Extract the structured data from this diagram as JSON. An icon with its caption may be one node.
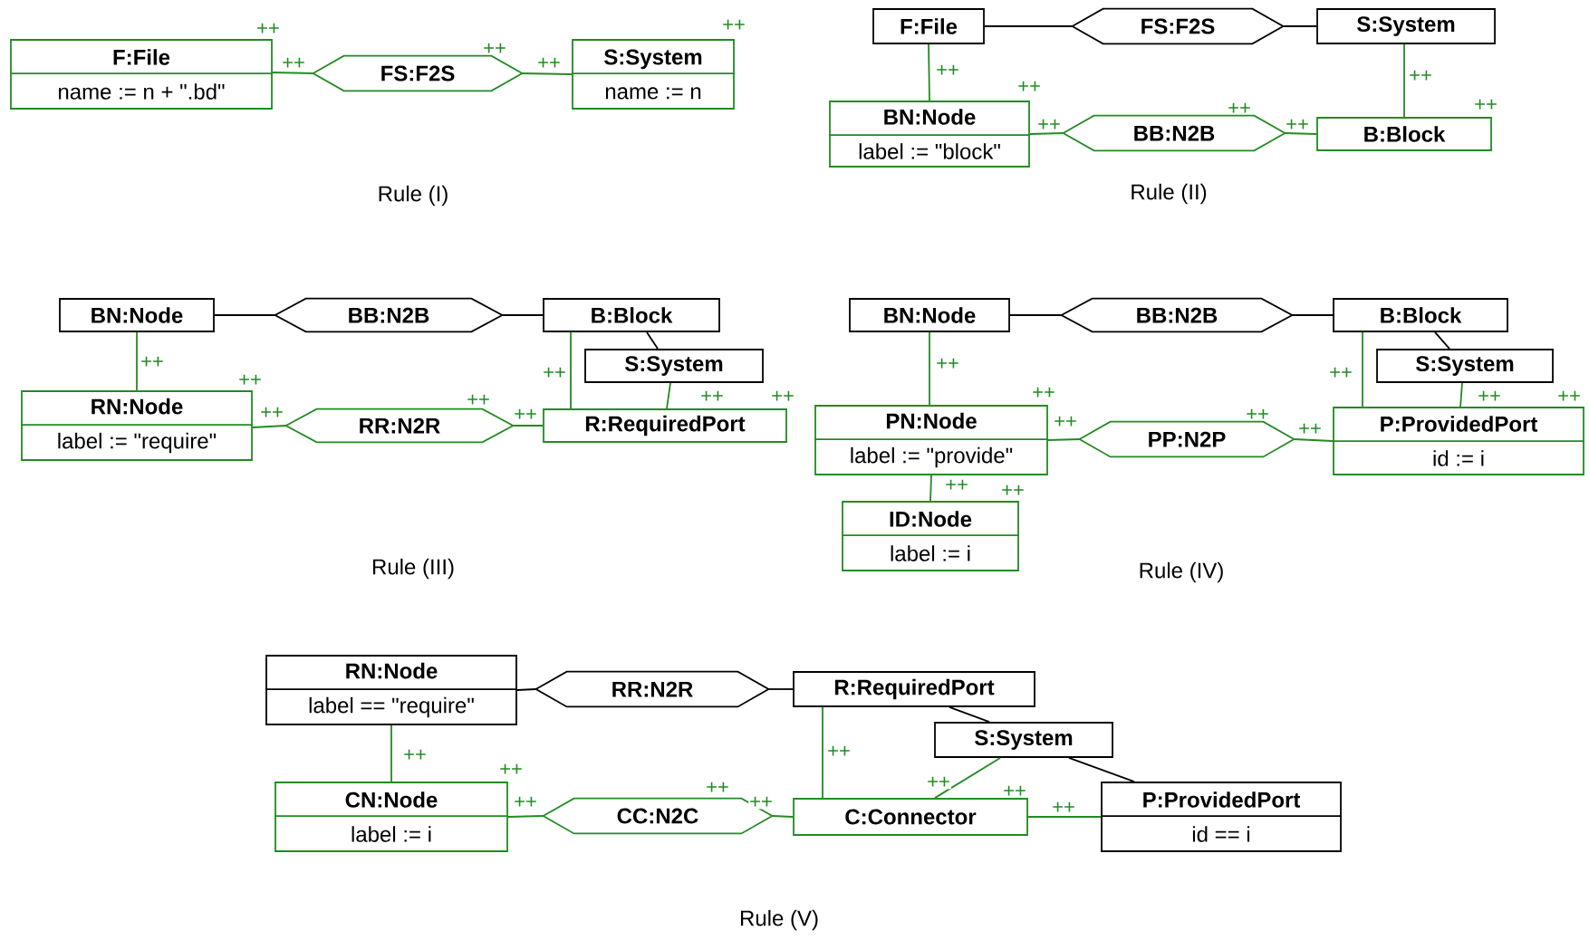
{
  "diagram": {
    "nodes": [
      {
        "text": [
          "F:File",
          "name := n + \".bd\""
        ],
        "beside": [
          "++"
        ]
      },
      {
        "text": [
          "FS:F2S"
        ],
        "beside": [
          "++"
        ]
      },
      {
        "text": [
          "S:System",
          "name := n"
        ],
        "beside": [
          "++"
        ]
      },
      {
        "text": [
          "F:File"
        ]
      },
      {
        "text": [
          "FS:F2S"
        ]
      },
      {
        "text": [
          "S:System"
        ]
      },
      {
        "text": [
          "BN:Node",
          "label := \"block\""
        ],
        "beside": [
          "++"
        ]
      },
      {
        "text": [
          "BB:N2B"
        ],
        "beside": [
          "++"
        ]
      },
      {
        "text": [
          "B:Block"
        ],
        "beside": [
          "++"
        ]
      },
      {
        "text": [
          "BN:Node"
        ]
      },
      {
        "text": [
          "BB:N2B"
        ]
      },
      {
        "text": [
          "B:Block"
        ]
      },
      {
        "text": [
          "S:System"
        ]
      },
      {
        "text": [
          "RN:Node",
          "label := \"require\""
        ],
        "beside": [
          "++"
        ]
      },
      {
        "text": [
          "RR:N2R"
        ],
        "beside": [
          "++"
        ]
      },
      {
        "text": [
          "R:RequiredPort"
        ],
        "beside": [
          "++"
        ]
      },
      {
        "text": [
          "BN:Node"
        ]
      },
      {
        "text": [
          "BB:N2B"
        ]
      },
      {
        "text": [
          "B:Block"
        ]
      },
      {
        "text": [
          "S:System"
        ]
      },
      {
        "text": [
          "PN:Node",
          "label := \"provide\""
        ],
        "beside": [
          "++"
        ]
      },
      {
        "text": [
          "PP:N2P"
        ],
        "beside": [
          "++"
        ]
      },
      {
        "text": [
          "P:ProvidedPort",
          "id := i"
        ],
        "beside": [
          "++"
        ]
      },
      {
        "text": [
          "ID:Node",
          "label := i"
        ],
        "beside": [
          "++"
        ]
      },
      {
        "text": [
          "RN:Node",
          "label == \"require\""
        ]
      },
      {
        "text": [
          "RR:N2R"
        ]
      },
      {
        "text": [
          "R:RequiredPort"
        ]
      },
      {
        "text": [
          "S:System"
        ]
      },
      {
        "text": [
          "CN:Node",
          "label := i"
        ],
        "beside": [
          "++"
        ]
      },
      {
        "text": [
          "CC:N2C"
        ],
        "beside": [
          "++"
        ]
      },
      {
        "text": [
          "C:Connector"
        ],
        "beside": [
          "++"
        ]
      },
      {
        "text": [
          "P:ProvidedPort",
          "id == i"
        ]
      }
    ],
    "edges": [
      {
        "from": 0,
        "to": 1,
        "arrow": "none",
        "label": "++"
      },
      {
        "from": 1,
        "to": 2,
        "arrow": "none",
        "label": "++"
      },
      {
        "from": 3,
        "to": 4,
        "arrow": "none",
        "color": "#000000"
      },
      {
        "from": 4,
        "to": 5,
        "arrow": "none",
        "color": "#000000"
      },
      {
        "from": 3,
        "to": 6,
        "arrow": "none",
        "label": "++"
      },
      {
        "from": 5,
        "to": 8,
        "arrow": "none",
        "label": "++"
      },
      {
        "from": 6,
        "to": 7,
        "arrow": "none",
        "label": "++"
      },
      {
        "from": 7,
        "to": 8,
        "arrow": "none",
        "label": "++"
      },
      {
        "from": 9,
        "to": 10,
        "arrow": "none",
        "color": "#000000"
      },
      {
        "from": 10,
        "to": 11,
        "arrow": "none",
        "color": "#000000"
      },
      {
        "from": 11,
        "to": 12,
        "arrow": "none",
        "color": "#000000"
      },
      {
        "from": 9,
        "to": 13,
        "arrow": "none",
        "label": "++"
      },
      {
        "from": 11,
        "to": 15,
        "arrow": "none",
        "label": "++"
      },
      {
        "from": 12,
        "to": 15,
        "arrow": "none",
        "label": "++"
      },
      {
        "from": 13,
        "to": 14,
        "arrow": "none",
        "label": "++"
      },
      {
        "from": 14,
        "to": 15,
        "arrow": "none",
        "label": "++"
      },
      {
        "from": 16,
        "to": 17,
        "arrow": "none",
        "color": "#000000"
      },
      {
        "from": 17,
        "to": 18,
        "arrow": "none",
        "color": "#000000"
      },
      {
        "from": 18,
        "to": 19,
        "arrow": "none",
        "color": "#000000"
      },
      {
        "from": 16,
        "to": 20,
        "arrow": "none",
        "label": "++"
      },
      {
        "from": 18,
        "to": 22,
        "arrow": "none",
        "label": "++"
      },
      {
        "from": 19,
        "to": 22,
        "arrow": "none",
        "label": "++"
      },
      {
        "from": 20,
        "to": 21,
        "arrow": "none",
        "label": "++"
      },
      {
        "from": 21,
        "to": 22,
        "arrow": "none",
        "label": "++"
      },
      {
        "from": 20,
        "to": 23,
        "arrow": "none",
        "label": "++"
      },
      {
        "from": 24,
        "to": 25,
        "arrow": "none",
        "color": "#000000"
      },
      {
        "from": 25,
        "to": 26,
        "arrow": "none",
        "color": "#000000"
      },
      {
        "from": 26,
        "to": 27,
        "arrow": "none",
        "color": "#000000"
      },
      {
        "from": 27,
        "to": 31,
        "arrow": "none",
        "color": "#000000"
      },
      {
        "from": 24,
        "to": 28,
        "arrow": "none",
        "label": "++"
      },
      {
        "from": 26,
        "to": 30,
        "arrow": "none",
        "label": "++"
      },
      {
        "from": 27,
        "to": 30,
        "arrow": "none",
        "label": "++"
      },
      {
        "from": 28,
        "to": 29,
        "arrow": "none",
        "label": "++"
      },
      {
        "from": 29,
        "to": 30,
        "arrow": "none",
        "label": "++"
      },
      {
        "from": 30,
        "to": 31,
        "arrow": "none",
        "label": "++"
      }
    ],
    "labels": [
      "Rule (I)",
      "Rule (II)",
      "Rule (III)",
      "Rule (IV)",
      "Rule (V)"
    ]
  }
}
